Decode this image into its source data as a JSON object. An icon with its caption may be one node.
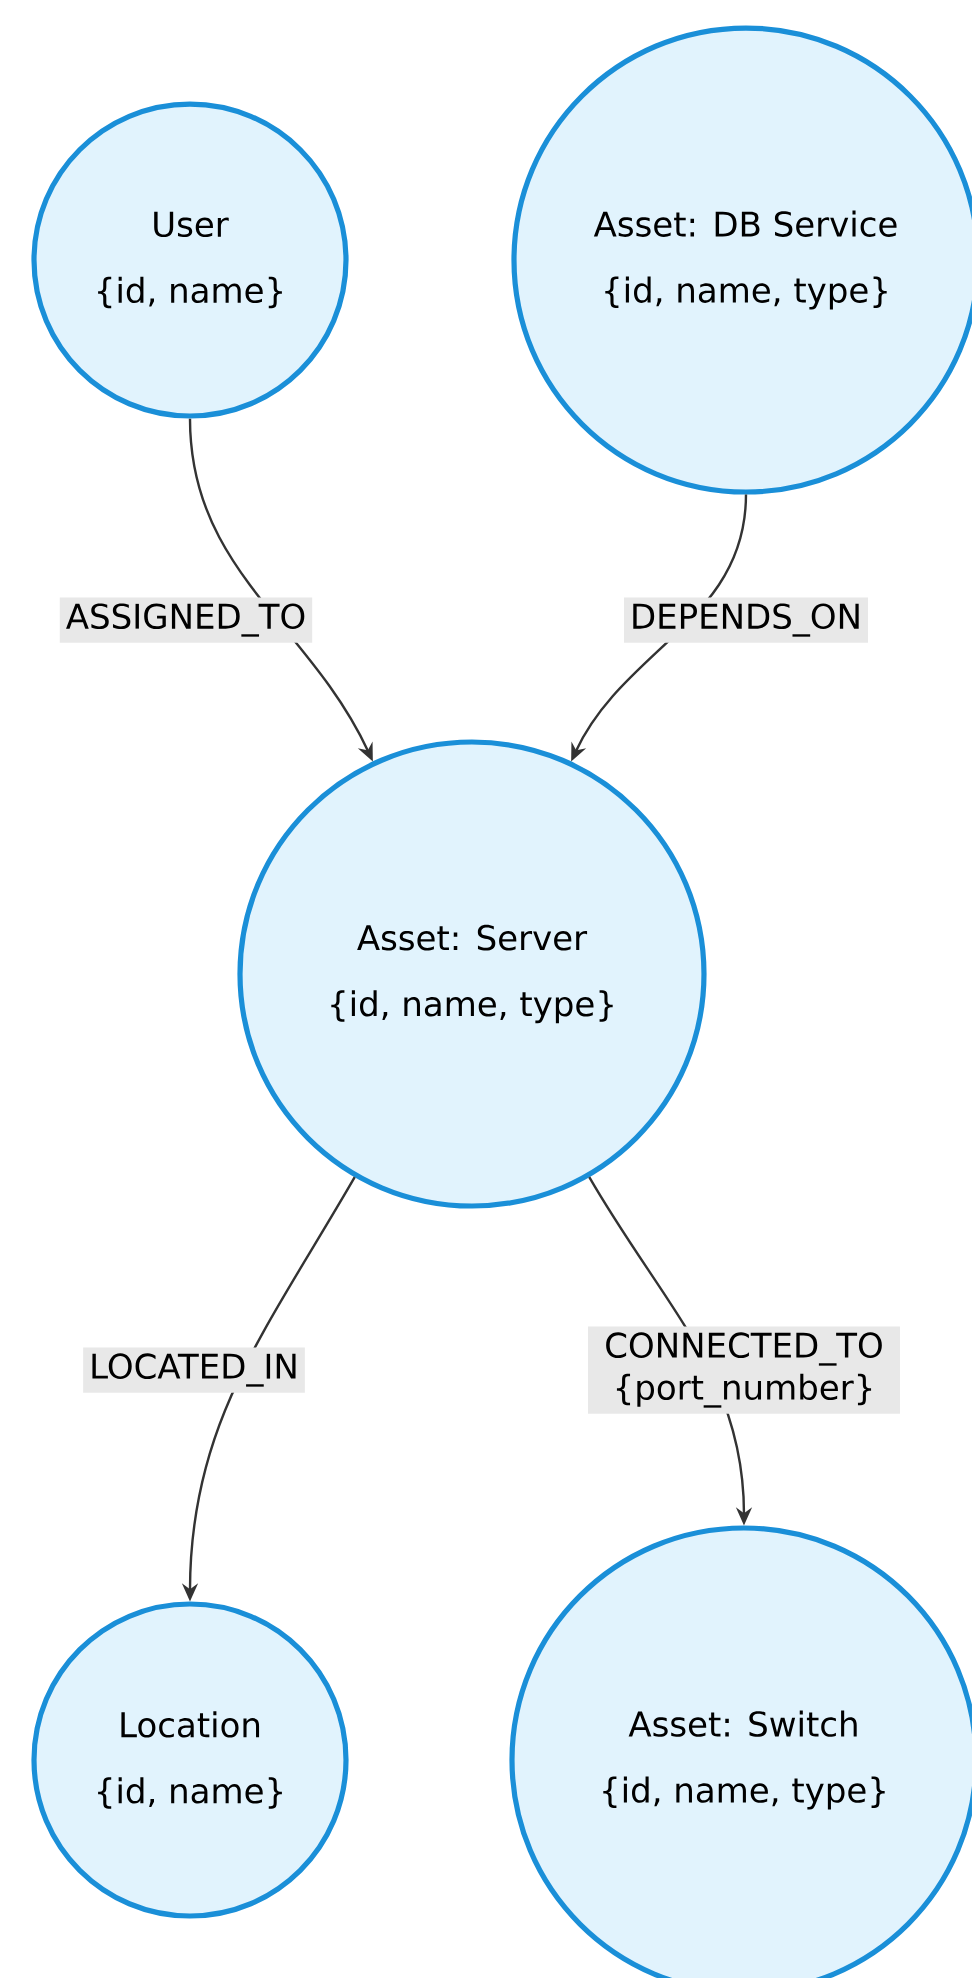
{
  "diagram": {
    "nodes": [
      {
        "text": [
          "User",
          "{id, name}"
        ]
      },
      {
        "text": [
          "Asset: DB Service",
          "{id, name, type}"
        ]
      },
      {
        "text": [
          "Asset: Server",
          "{id, name, type}"
        ]
      },
      {
        "text": [
          "Location",
          "{id, name}"
        ]
      },
      {
        "text": [
          "Asset: Switch",
          "{id, name, type}"
        ]
      }
    ],
    "edges": [
      {
        "from": 0,
        "to": 2,
        "arrow": "to",
        "label": "ASSIGNED_TO"
      },
      {
        "from": 1,
        "to": 2,
        "arrow": "to",
        "label": "DEPENDS_ON"
      },
      {
        "from": 2,
        "to": 3,
        "arrow": "to",
        "label": "LOCATED_IN"
      },
      {
        "from": 2,
        "to": 4,
        "arrow": "to",
        "label": "CONNECTED_TO {port_number}"
      }
    ]
  }
}
